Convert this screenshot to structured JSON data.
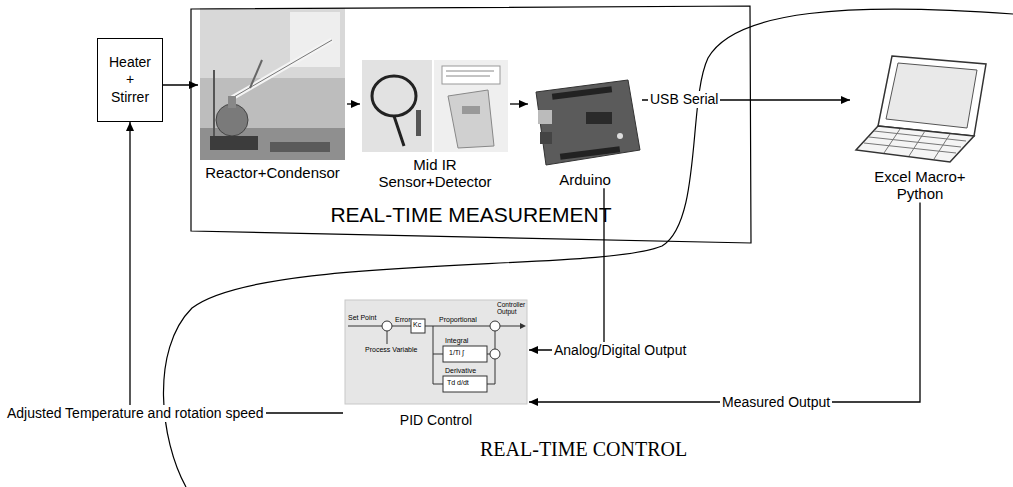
{
  "diagram": {
    "nodes": [
      {
        "text": [
          "Heater + Stirrer"
        ]
      },
      {
        "text": [
          "REAL-TIME MEASUREMENT"
        ]
      },
      {
        "text": [
          "Reactor+Condensor"
        ],
        "in": 1
      },
      {
        "text": [
          "Mid IR Sensor+Detector"
        ],
        "in": 1
      },
      {
        "text": [
          "Arduino"
        ],
        "in": 1
      },
      {
        "text": [
          "Excel Macro+ Python"
        ]
      },
      {
        "text": [
          "PID Control"
        ]
      }
    ],
    "edges": [
      {
        "from": 0,
        "to": 2,
        "arrow": "to"
      },
      {
        "from": 2,
        "to": 3,
        "arrow": "to"
      },
      {
        "from": 3,
        "to": 4,
        "arrow": "to"
      },
      {
        "from": 4,
        "to": 5,
        "label": "USB Serial",
        "arrow": "to"
      },
      {
        "from": 4,
        "to": 6,
        "label": "Analog/Digital Output",
        "arrow": "to"
      },
      {
        "from": 5,
        "to": 6,
        "label": "Measured Output",
        "arrow": "to"
      },
      {
        "from": 6,
        "to": 0,
        "label": "Adjusted Temperature and rotation speed",
        "arrow": "to"
      }
    ],
    "labels": [
      "Set Point",
      "Error",
      "Kc",
      "Proportional",
      "Controller Output",
      "Process Variable",
      "Integral",
      "1/Ti ∫",
      "Derivative",
      "Td d/dt",
      "REAL-TIME CONTROL"
    ]
  }
}
